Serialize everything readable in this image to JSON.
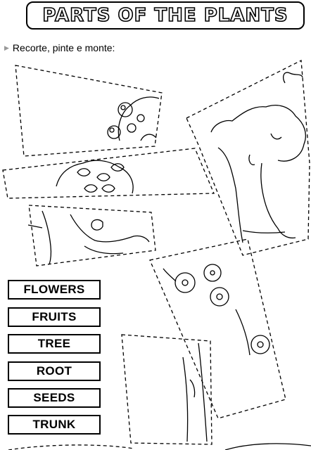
{
  "header": {
    "title": "PARTS OF THE PLANTS"
  },
  "instruction": {
    "text": "Recorte, pinte e monte:"
  },
  "labels": [
    "FLOWERS",
    "FRUITS",
    "TREE",
    "ROOT",
    "SEEDS",
    "TRUNK"
  ]
}
